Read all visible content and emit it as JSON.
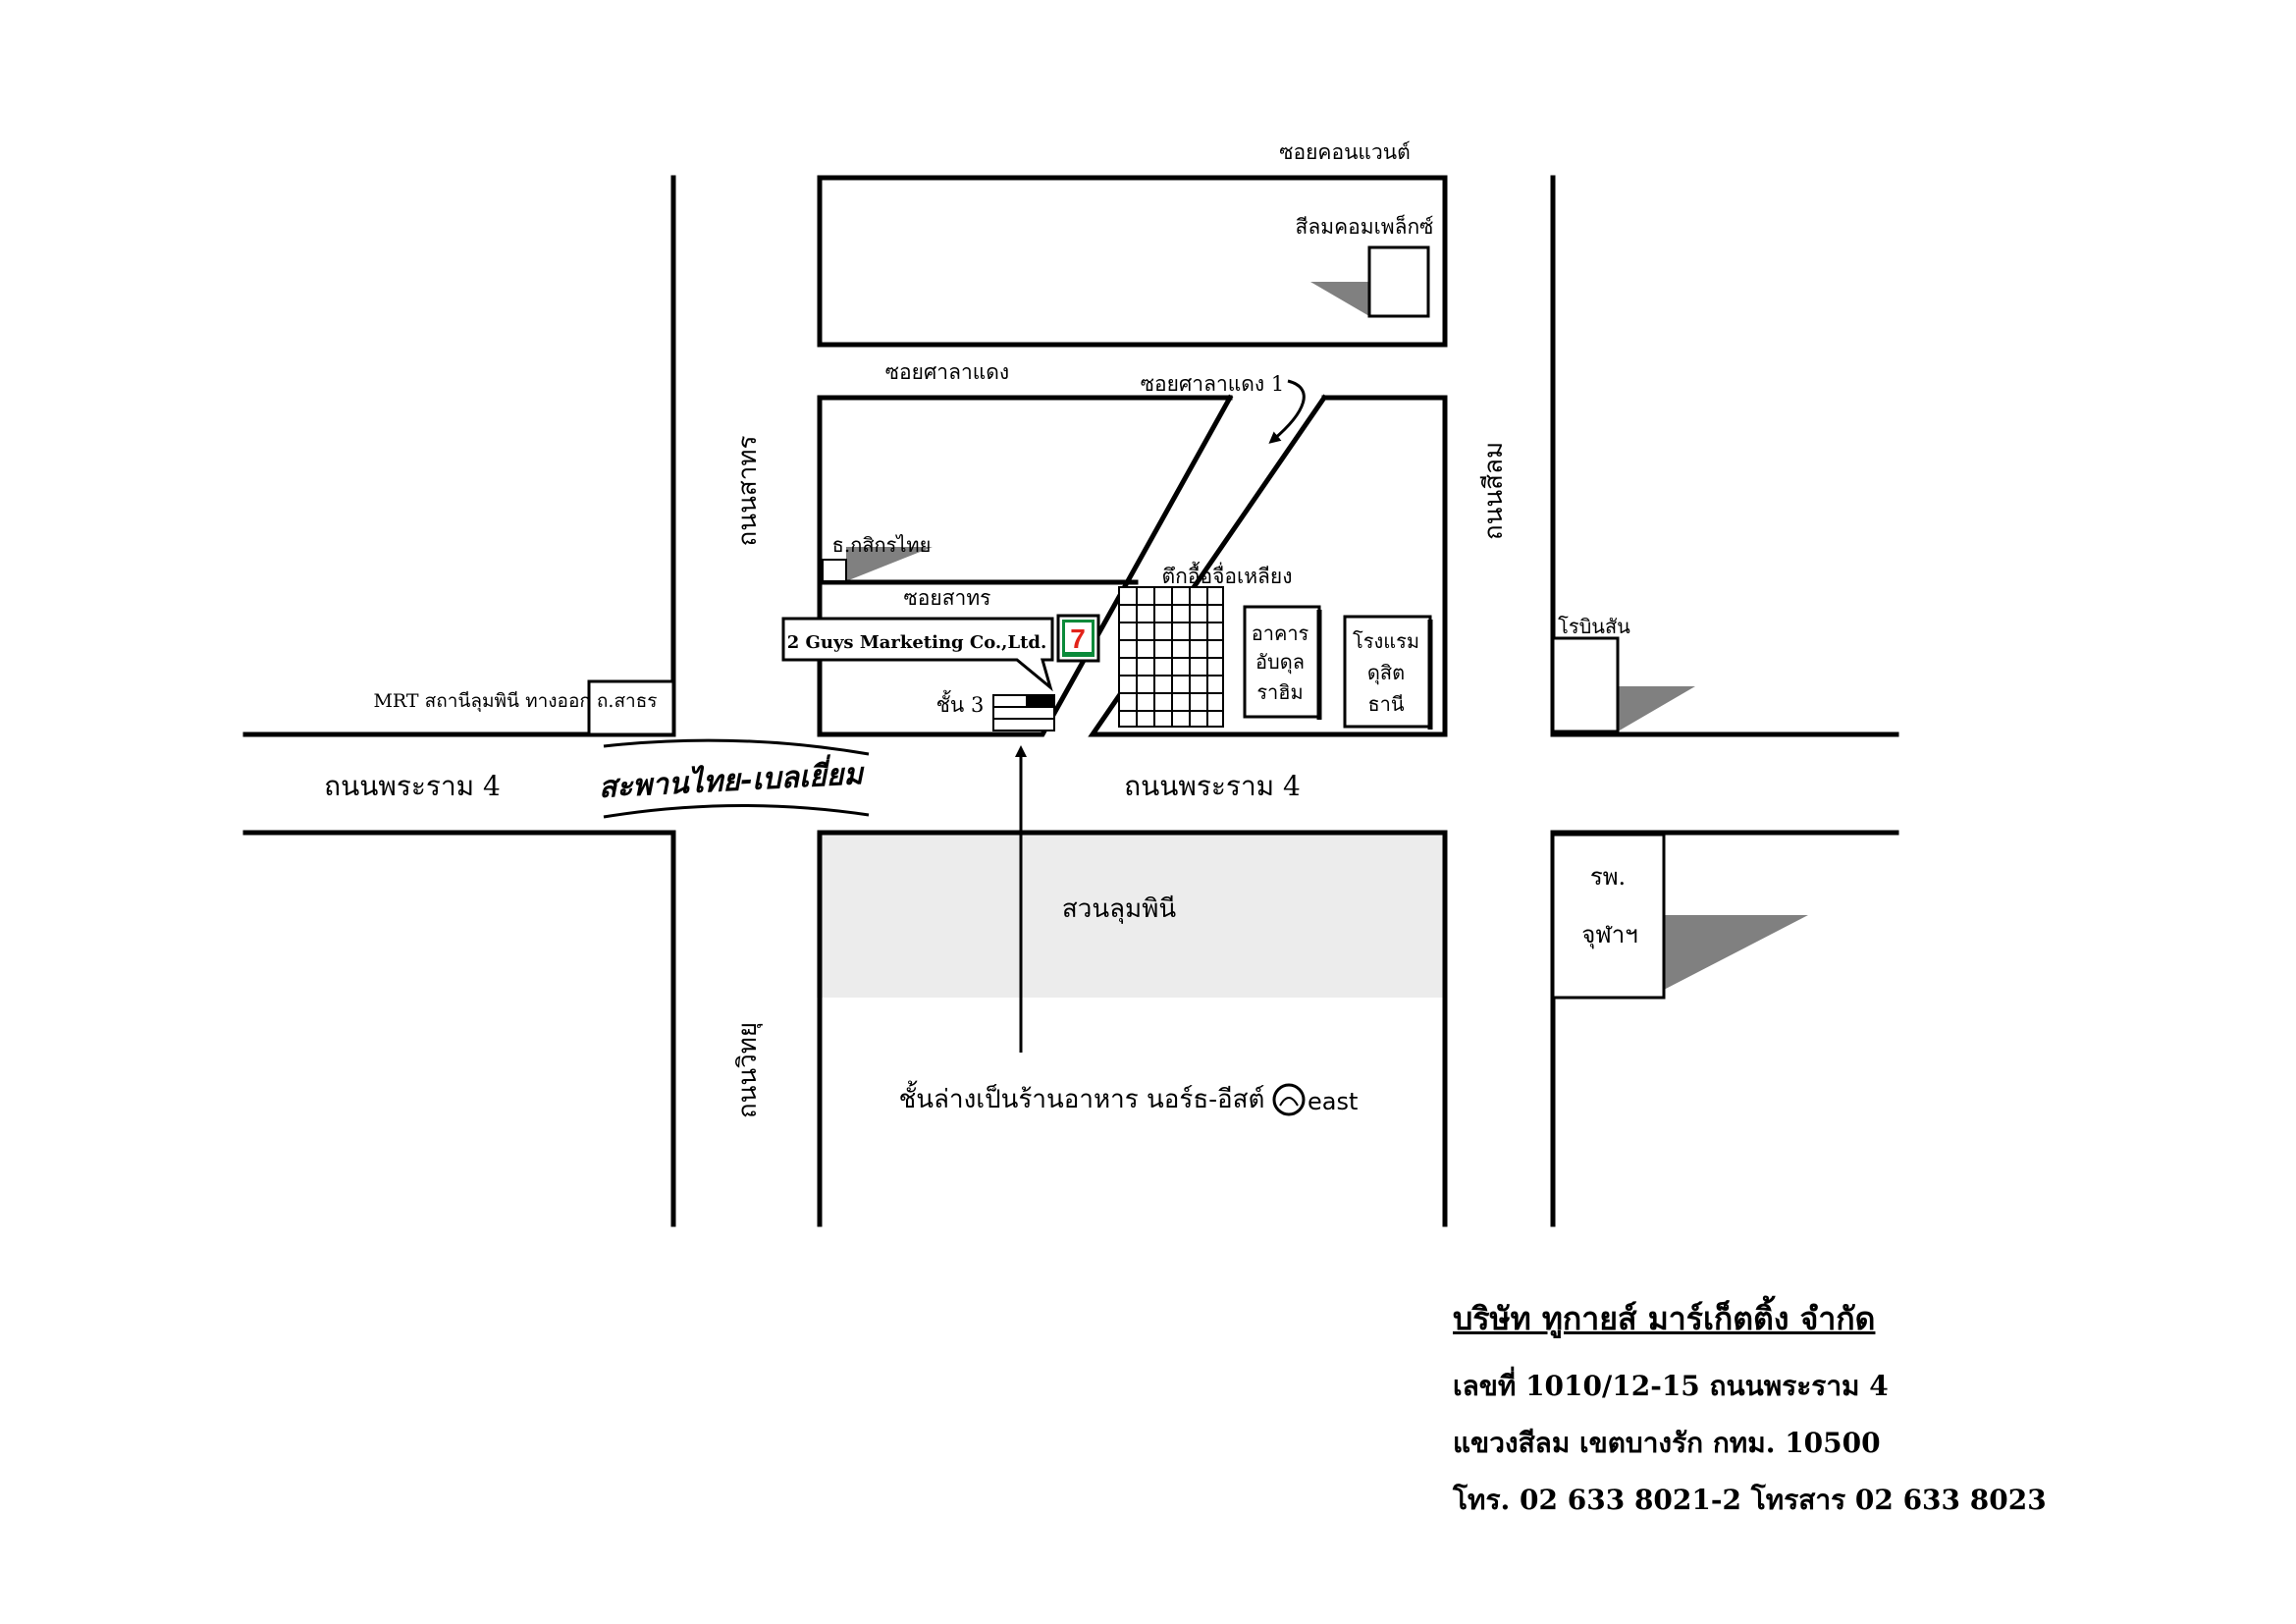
{
  "map": {
    "streets": {
      "soi_convent": "ซอยคอนแวนต์",
      "soi_sala_daeng": "ซอยศาลาแดง",
      "soi_sala_daeng_1": "ซอยศาลาแดง 1",
      "soi_sathorn": "ซอยสาทร",
      "thanon_sathorn": "ถนนสาทร",
      "thanon_silom": "ถนนสีลม",
      "thanon_wittayu": "ถนนวิทยุ",
      "rama4_left": "ถนนพระราม 4",
      "rama4_right": "ถนนพระราม 4",
      "bridge": "สะพานไทย-เบลเยี่ยม"
    },
    "places": {
      "silom_complex": "สีลมคอมเพล็กซ์",
      "kasikorn_bank": "ธ.กสิกรไทย",
      "company_label": "2 Guys Marketing Co.,Ltd.",
      "floor": "ชั้น 3",
      "building_1": "ตึกอื้อจื่อเหลียง",
      "building_2_lines": [
        "อาคาร",
        "อับดุล",
        "ราฮิม"
      ],
      "hotel_lines": [
        "โรงแรม",
        "ดุสิต",
        "ธานี"
      ],
      "robinson": "โรบินสัน",
      "mrt": "MRT สถานีลุมพินี ทางออก ถ.สาธร",
      "lumpini_park": "สวนลุมพินี",
      "hospital_lines": [
        "รพ.",
        "จุฬาฯ"
      ],
      "ground_floor": "ชั้นล่างเป็นร้านอาหาร นอร์ธ-อีสต์",
      "east_logo": "east",
      "seven_eleven": "7"
    },
    "colors": {
      "line": "#000000",
      "shadow": "#808080",
      "park": "#ececec",
      "seven_red": "#e2231a",
      "seven_green": "#0a8a3a"
    }
  },
  "company": {
    "name": "บริษัท ทูกายส์ มาร์เก็ตติ้ง จำกัด",
    "address_line1": "เลขที่ 1010/12-15   ถนนพระราม 4",
    "address_line2": "แขวงสีลม   เขตบางรัก   กทม. 10500",
    "contact": "โทร. 02 633 8021-2  โทรสาร 02 633 8023"
  }
}
